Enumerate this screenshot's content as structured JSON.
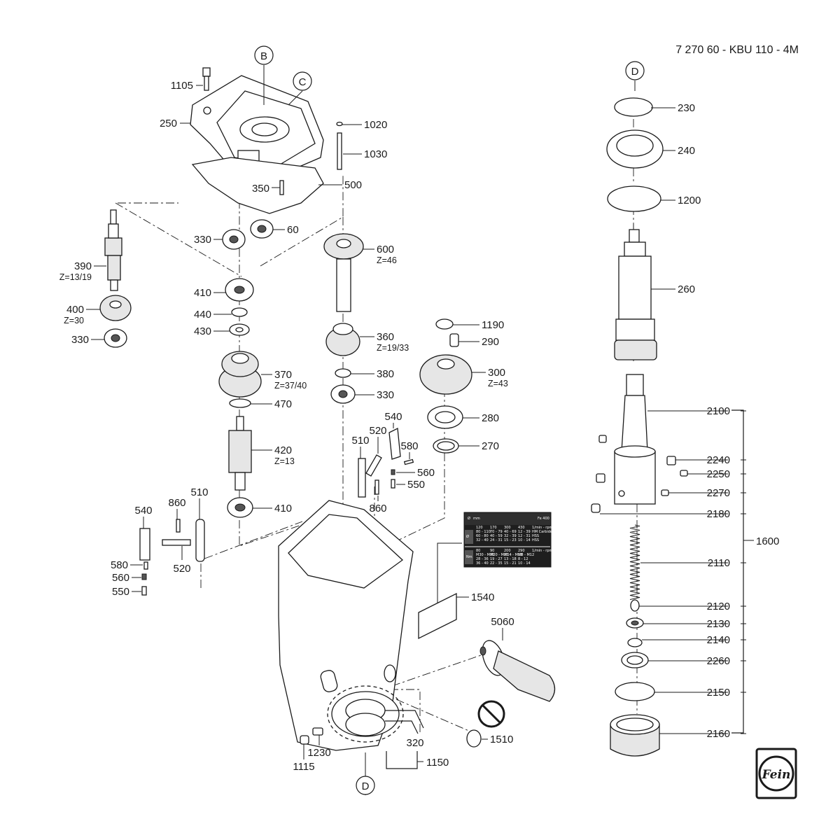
{
  "title": "7 270 60 - KBU 110 - 4M",
  "callouts": [
    "B",
    "C",
    "D",
    "D"
  ],
  "labels": {
    "p1105": "1105",
    "p250": "250",
    "p1020": "1020",
    "p1030": "1030",
    "p350": "350",
    "p500": "500",
    "p330a": "330",
    "p60": "60",
    "p390": "390",
    "z390": "Z=13/19",
    "p410a": "410",
    "p440": "440",
    "p430": "430",
    "p400": "400",
    "z400": "Z=30",
    "p330b": "330",
    "p370": "370",
    "z370": "Z=37/40",
    "p470": "470",
    "p420": "420",
    "z420": "Z=13",
    "p410b": "410",
    "p600": "600",
    "z600": "Z=46",
    "p360": "360",
    "z360": "Z=19/33",
    "p380": "380",
    "p330c": "330",
    "p1190": "1190",
    "p290": "290",
    "p300": "300",
    "z300": "Z=43",
    "p280": "280",
    "p270": "270",
    "p540a": "540",
    "p520a": "520",
    "p510a": "510",
    "p580a": "580",
    "p560a": "560",
    "p550a": "550",
    "p860a": "860",
    "p540b": "540",
    "p860b": "860",
    "p510b": "510",
    "p580b": "580",
    "p560b": "560",
    "p550b": "550",
    "p520b": "520",
    "p1540": "1540",
    "p5060": "5060",
    "p1510": "1510",
    "p320": "320",
    "p1230": "1230",
    "p1115": "1115",
    "p1150": "1150",
    "p230": "230",
    "p240": "240",
    "p1200": "1200",
    "p260": "260",
    "p2100": "2100",
    "p2240": "2240",
    "p2250": "2250",
    "p2270": "2270",
    "p2180": "2180",
    "p2110": "2110",
    "p2120": "2120",
    "p2130": "2130",
    "p2140": "2140",
    "p2260": "2260",
    "p2150": "2150",
    "p2160": "2160",
    "p1600": "1600"
  },
  "speed_table": {
    "header": [
      "Ø",
      "mm",
      "Fe 400"
    ],
    "row_labels": [
      "Ø",
      "Nm"
    ],
    "rows1": [
      [
        "120",
        "170",
        "300",
        "430",
        "1/min - rpm"
      ],
      [
        "80 - 110",
        "70 - 79",
        "40 - 69",
        "12 - 39",
        "HM Carbide"
      ],
      [
        "60 - 80",
        "40 - 59",
        "32 - 39",
        "12 - 31",
        "HSS"
      ],
      [
        "32 - 40",
        "24 - 31",
        "15 - 23",
        "10 - 14",
        "HSS"
      ]
    ],
    "rows2": [
      [
        "80",
        "90",
        "200",
        "290",
        "1/min - rpm"
      ],
      [
        "M30 - M36",
        "M20 - M27",
        "M14 - M18",
        "M8 - M12",
        ""
      ],
      [
        "28 - 36",
        "19 - 27",
        "13 - 18",
        "8 - 12",
        ""
      ],
      [
        "36 - 40",
        "22 - 35",
        "15 - 21",
        "10 - 14",
        ""
      ]
    ]
  },
  "logo_text": "Fein"
}
